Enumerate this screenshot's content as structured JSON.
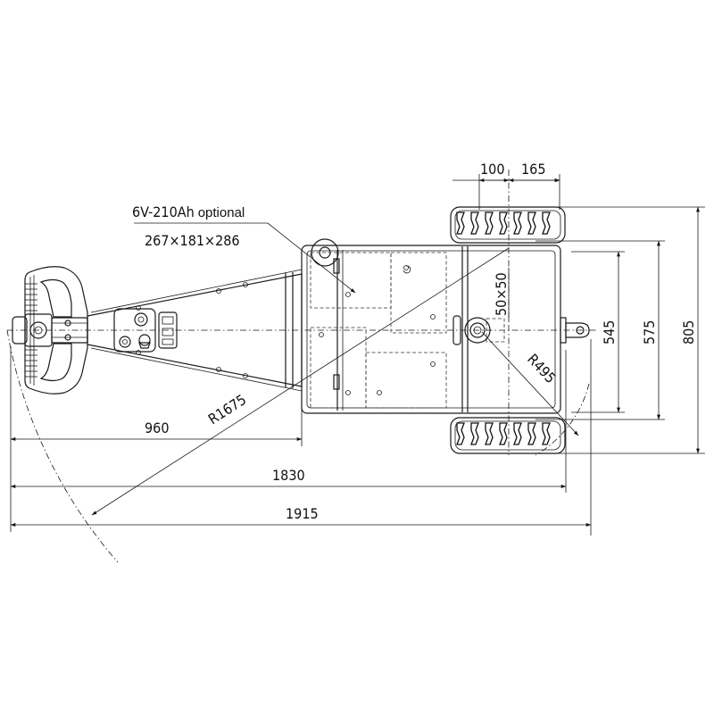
{
  "labels": {
    "battery_line1": "6V-210Ah",
    "battery_line1_suffix": "optional",
    "battery_line2": "267×181×286",
    "dim_960": "960",
    "dim_1830": "1830",
    "dim_1915": "1915",
    "dim_R1675": "R1675",
    "dim_R495": "R495",
    "dim_100": "100",
    "dim_165": "165",
    "dim_545": "545",
    "dim_575": "575",
    "dim_805": "805",
    "dim_50x50": "50×50"
  }
}
